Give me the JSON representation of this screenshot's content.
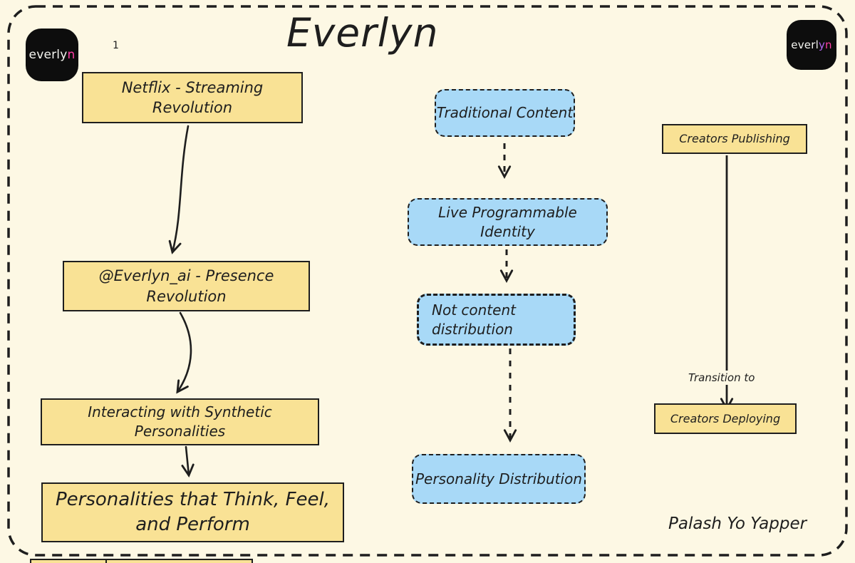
{
  "page": {
    "title": "Everlyn",
    "page_number": "1",
    "signature": "Palash Yo Yapper"
  },
  "logos": {
    "left": {
      "part1": "everly",
      "part2": "n"
    },
    "right": {
      "part1": "everl",
      "part2": "y",
      "part3": "n"
    }
  },
  "left_flow": {
    "boxes": [
      {
        "label": "Netflix - Streaming Revolution"
      },
      {
        "label": "@Everlyn_ai - Presence Revolution"
      },
      {
        "label": "Interacting with Synthetic Personalities"
      },
      {
        "label": "Personalities that Think, Feel, and Perform"
      }
    ]
  },
  "middle_flow": {
    "boxes": [
      {
        "label": "Traditional Content"
      },
      {
        "label": "Live Programmable Identity"
      },
      {
        "label": "Not content distribution"
      },
      {
        "label": "Personality Distribution"
      }
    ]
  },
  "right_flow": {
    "top_label": "Creators Publishing",
    "transition_label": "Transition to",
    "bottom_label": "Creators Deploying"
  },
  "colors": {
    "background": "#fdf8e4",
    "box_yellow": "#f9e295",
    "box_blue": "#a8d9f7",
    "stroke": "#1e1e1e",
    "logo_background": "#0d0d0d",
    "logo_pink": "#ff3ea5",
    "logo_purple": "#b266f0"
  }
}
